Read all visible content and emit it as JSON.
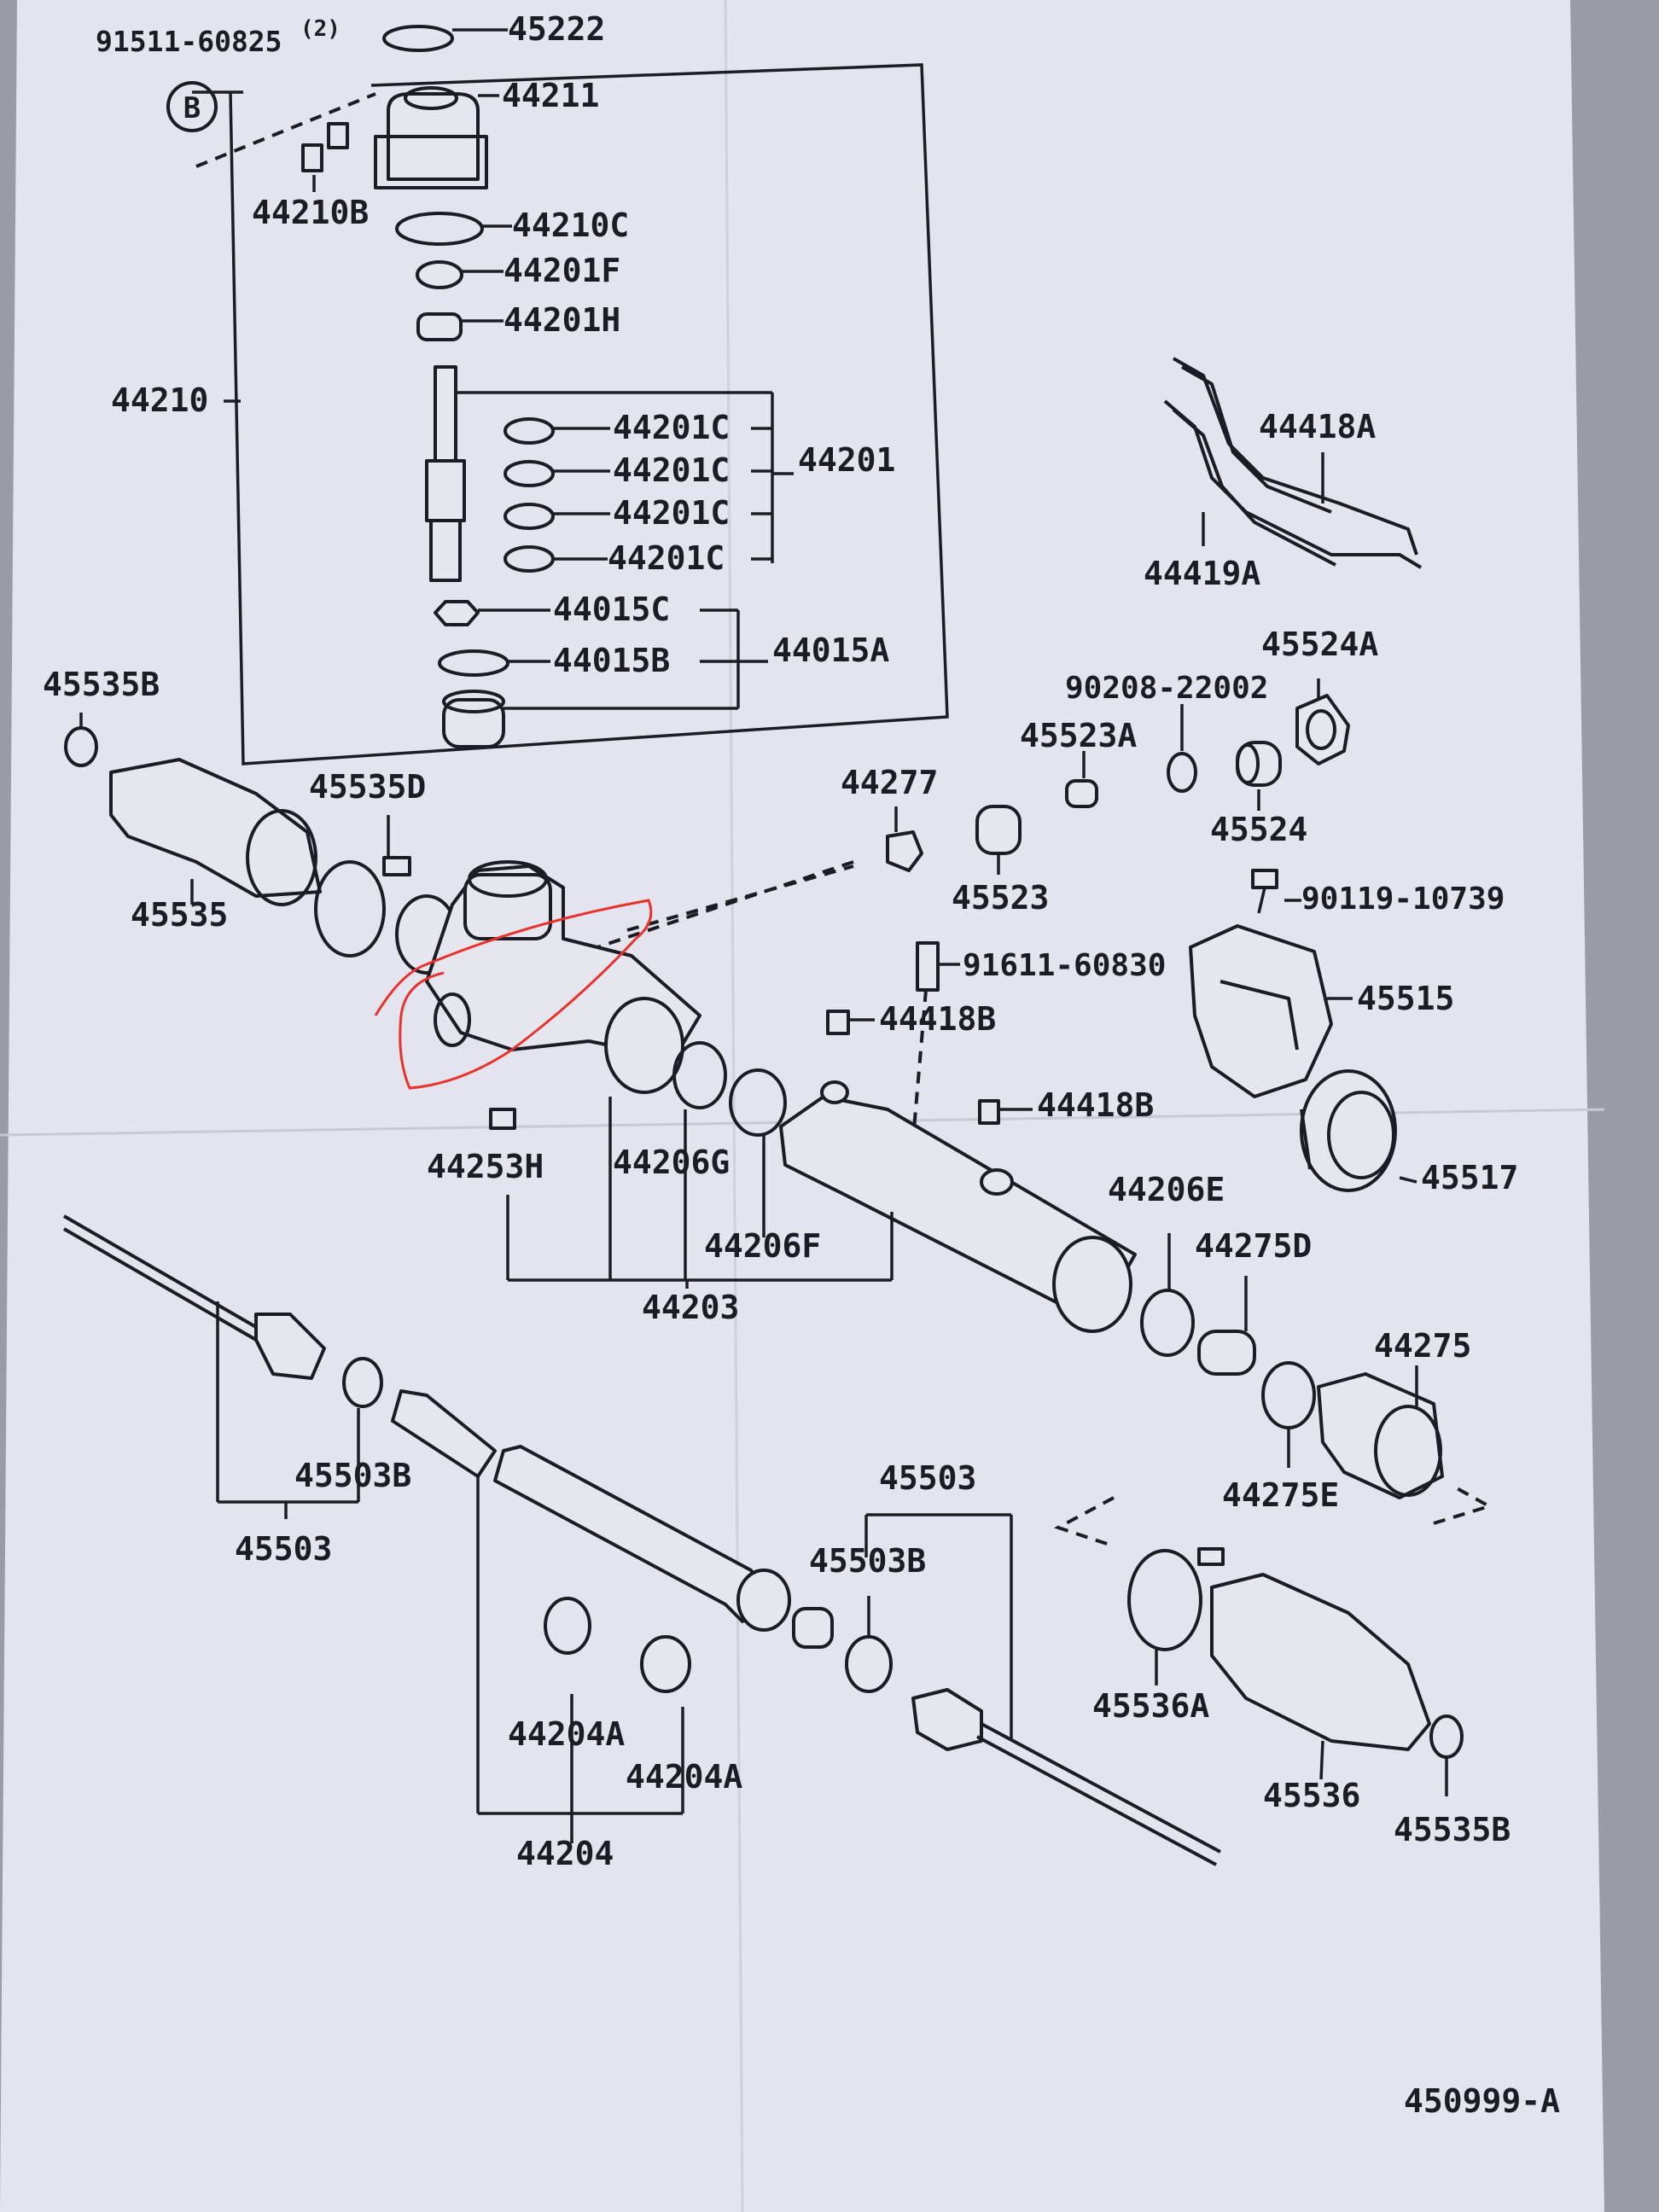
{
  "diagram": {
    "labels": {
      "l91511": "91511-60825",
      "l91511qty": "(2)",
      "lB": "B",
      "l45222": "45222",
      "l44211": "44211",
      "l44210B": "44210B",
      "l44210C": "44210C",
      "l44201F": "44201F",
      "l44201H": "44201H",
      "l44210": "44210",
      "l44201C_1": "44201C",
      "l44201C_2": "44201C",
      "l44201C_3": "44201C",
      "l44201C_4": "44201C",
      "l44201": "44201",
      "l44015C": "44015C",
      "l44015B": "44015B",
      "l44015A": "44015A",
      "l45535B_1": "45535B",
      "l45535D": "45535D",
      "l45535": "45535",
      "l44418A": "44418A",
      "l44419A": "44419A",
      "l45524A": "45524A",
      "l90208": "90208-22002",
      "l45523A": "45523A",
      "l44277": "44277",
      "l45524": "45524",
      "l45523": "45523",
      "l90119": "90119-10739",
      "l91611": "91611-60830",
      "l45515": "45515",
      "l44418B_1": "44418B",
      "l44418B_2": "44418B",
      "l45517": "45517",
      "l44253H": "44253H",
      "l44206G": "44206G",
      "l44206F": "44206F",
      "l44206E": "44206E",
      "l44275D": "44275D",
      "l44203": "44203",
      "l44275": "44275",
      "l45503B_1": "45503B",
      "l44275E": "44275E",
      "l45503_1": "45503",
      "l45503_2": "45503",
      "l45503B_2": "45503B",
      "l45536A": "45536A",
      "l44204A_1": "44204A",
      "l44204A_2": "44204A",
      "l45536": "45536",
      "l44204": "44204",
      "l45535B_2": "45535B",
      "l450999A": "450999-A"
    }
  }
}
